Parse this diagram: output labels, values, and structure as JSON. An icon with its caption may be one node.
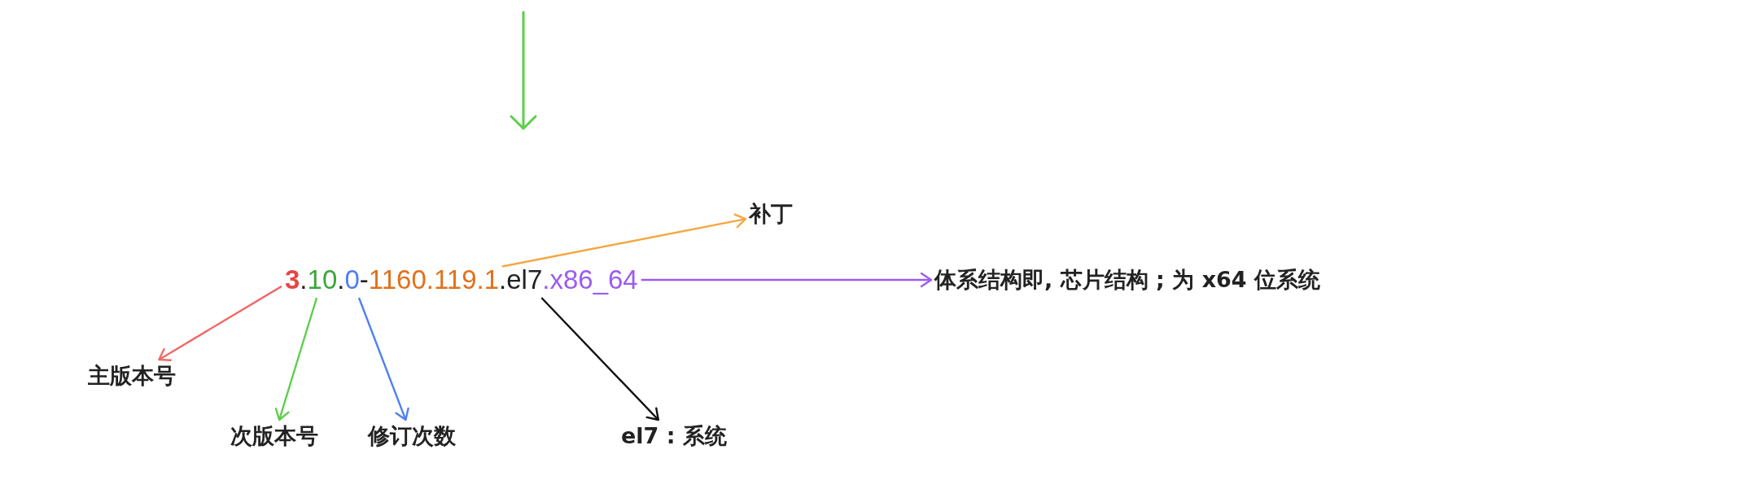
{
  "diagram": {
    "nodes": [
      {
        "text": [
          "补丁"
        ]
      },
      {
        "text": [
          "3"
        ]
      },
      {
        "text": [
          "10"
        ]
      },
      {
        "text": [
          "0"
        ]
      },
      {
        "text": [
          "1160.119.1"
        ]
      },
      {
        "text": [
          "el7"
        ]
      },
      {
        "text": [
          ".x86_64"
        ]
      },
      {
        "text": [
          "体系结构即, 芯片结构 ; 为 x64 位系统"
        ]
      },
      {
        "text": [
          "主版本号"
        ]
      },
      {
        "text": [
          "次版本号"
        ]
      },
      {
        "text": [
          "修订次数"
        ]
      },
      {
        "text": [
          "el7 : 系统"
        ]
      }
    ],
    "edges": [
      {
        "from": 4,
        "to": 0,
        "arrow": "to",
        "color": "#f5a742"
      },
      {
        "from": 6,
        "to": 7,
        "arrow": "to",
        "color": "#9b5cf0"
      },
      {
        "from": 1,
        "to": 8,
        "arrow": "to",
        "color": "#f06a6a"
      },
      {
        "from": 2,
        "to": 9,
        "arrow": "to",
        "color": "#5ccf4a"
      },
      {
        "from": 3,
        "to": 10,
        "arrow": "to",
        "color": "#4f7ff5"
      },
      {
        "from": 5,
        "to": 11,
        "arrow": "to",
        "color": "#111111"
      }
    ],
    "labels": [
      ".",
      ".",
      "-",
      "."
    ]
  }
}
